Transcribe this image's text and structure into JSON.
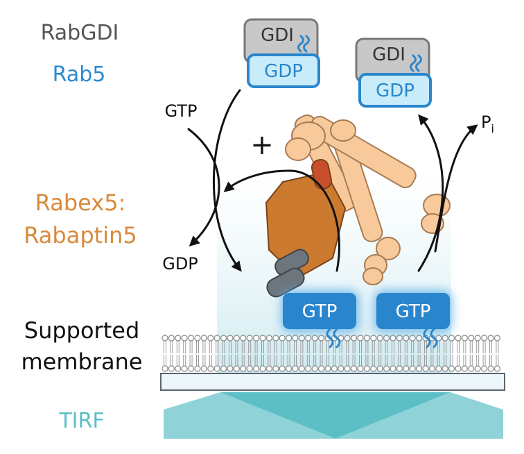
{
  "labels": {
    "rabgdi": "RabGDI",
    "rab5": "Rab5",
    "rabex_line1": "Rabex5:",
    "rabex_line2": "Rabaptin5",
    "membrane_line1": "Supported",
    "membrane_line2": "membrane",
    "tirf": "TIRF"
  },
  "complex_left": {
    "gdi": "GDI",
    "gdp": "GDP"
  },
  "complex_right": {
    "gdi": "GDI",
    "gdp": "GDP"
  },
  "annotations": {
    "gtp_in": "GTP",
    "gdp_out": "GDP",
    "plus": "+",
    "pi": "P",
    "pi_sub": "i"
  },
  "membrane_rabs": {
    "left": "GTP",
    "right": "GTP"
  },
  "colors": {
    "gray_text": "#555555",
    "blue_text": "#2a8ad0",
    "orange_text": "#d9893a",
    "teal_text": "#5bbfc7",
    "gtp_blue": "#2a86cc",
    "gdp_fill": "#c9ecfa",
    "gdi_fill": "#c8c8c8",
    "rabex_brown": "#cc7a30",
    "rabaptin_peach": "#f8c99a",
    "tirf_teal": "#8fd3d8"
  }
}
